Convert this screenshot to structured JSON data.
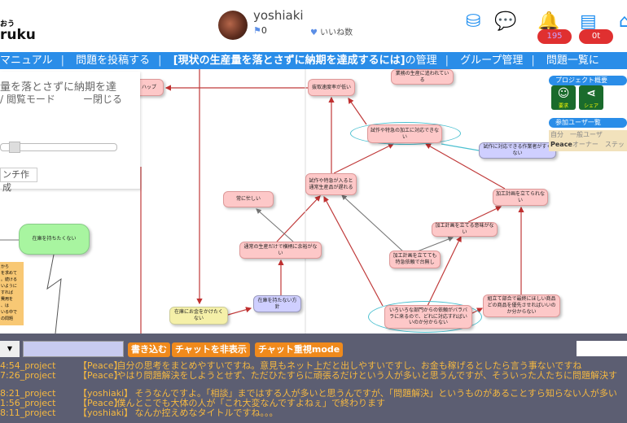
{
  "header": {
    "logo_sub": "おう",
    "logo": "ruku",
    "username": "yoshiaki",
    "flag_count": "0",
    "likes_label": "いいね数",
    "badge_notifications": "195",
    "badge_messages": "0t"
  },
  "nav": {
    "items": [
      "マニュアル",
      "問題を投稿する"
    ],
    "project_title": "[現状の生産量を落とさずに納期を達成するには]",
    "project_suffix": "の管理",
    "group": "グループ管理",
    "list": "問題一覧に"
  },
  "left_panel": {
    "title": "量を落とさずに納期を達",
    "mode": "/ 閲覧モード",
    "close": "ー閉じる",
    "create_button": "ンチ作成"
  },
  "note_text": [
    "から",
    "を求めて",
    "続ける。",
    "いように",
    "すれば",
    "費用を",
    "は、",
    "いる中で",
    "の問題"
  ],
  "right_panel": {
    "overview": "プロジェクト概要",
    "request": "要求",
    "share": "シェア",
    "participants": "参加ユーザ一覧",
    "users": [
      {
        "name": "自分",
        "role": "一般ユーザ"
      },
      {
        "name": "Peace",
        "role": "オーナー　ステッ"
      }
    ]
  },
  "nodes": {
    "n0": "ハップ",
    "n1": "抜取速度率が低い",
    "n2": "業務の生産に追われている",
    "n3": "試作や特急の加工に対応できない",
    "n4": "試作に対応できる作業者がすくない",
    "n5": "試作や特急が入ると通常生産品が遅れる",
    "n6": "常に忙しい",
    "n7": "加工計画を立てられない",
    "n8": "加工計画を立てる意味がない",
    "n9": "加工計画を立てても特急依頼で台無し",
    "n10": "通常の生産だけで横柄に余裕がない",
    "n11": "在庫を持ちたくない",
    "n12": "在庫を持たない方針",
    "n13": "在庫にお金をかけたくない",
    "n14": "組立て部合で最終にほしい商品 どの商品を優先させればいいのか分からない",
    "n15": "いろいろな部門からの依頼がバラバラに来るので、どれに対応すればいいのか分からない"
  },
  "chat": {
    "select": "▼",
    "write": "書き込む",
    "hide": "チャットを非表示",
    "focus": "チャット重視mode",
    "messages": [
      {
        "time": "4:54_project",
        "user": "【Peace】",
        "text": "自分の思考をまとめやすいですね。意見もネット上だと出しやすいですし、お金も稼げるとしたら言う事ないですね"
      },
      {
        "time": "7:26_project",
        "user": "【Peace】",
        "text": "やはり問題解決をしようとせず、ただひたすらに頑張るだけという人が多いと思うんですが、そういった人たちに問題解決す"
      },
      {
        "time": "8:21_project",
        "user": "【yoshiaki】",
        "text": "そうなんですよ。「相談」まではする人が多いと思うんですが、「問題解決」というものがあることすら知らない人が多い"
      },
      {
        "time": "1:56_project",
        "user": "【Peace】",
        "text": "僕んとこでも大体の人が「これ大変なんですよねぇ」で終わります"
      },
      {
        "time": "8:11_project",
        "user": "【yoshiaki】",
        "text": "なんか控えめなタイトルですね。。。"
      }
    ]
  }
}
